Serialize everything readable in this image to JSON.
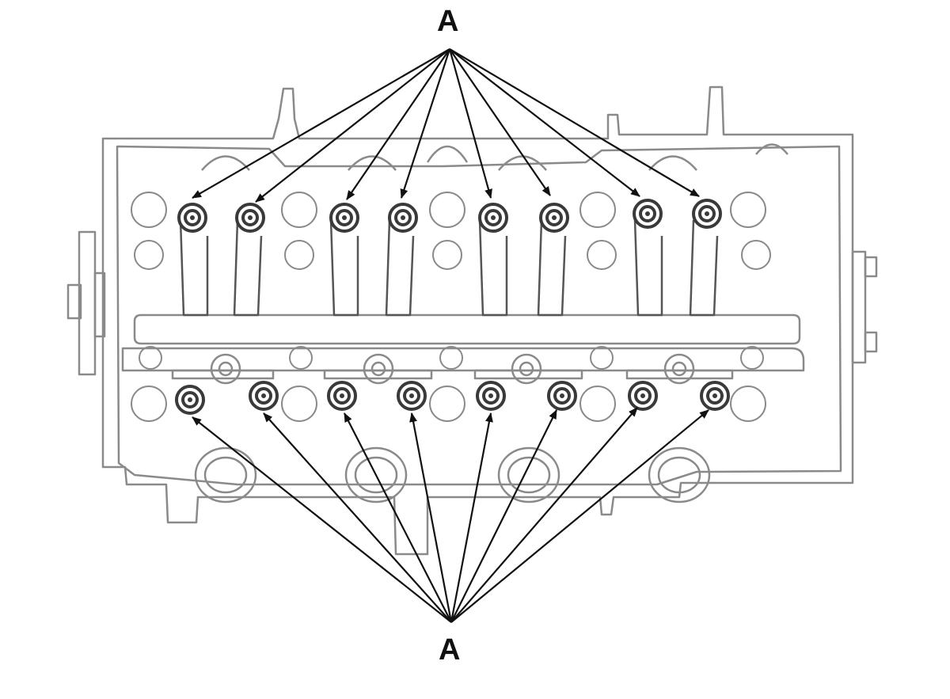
{
  "callouts": {
    "top_label": "A",
    "bottom_label": "A"
  },
  "colors": {
    "line": "#8a8a8a",
    "arrow": "#111111",
    "bolt": "#3a3a3a"
  },
  "bolts": {
    "upper_row_count": 8,
    "lower_row_count": 8
  }
}
